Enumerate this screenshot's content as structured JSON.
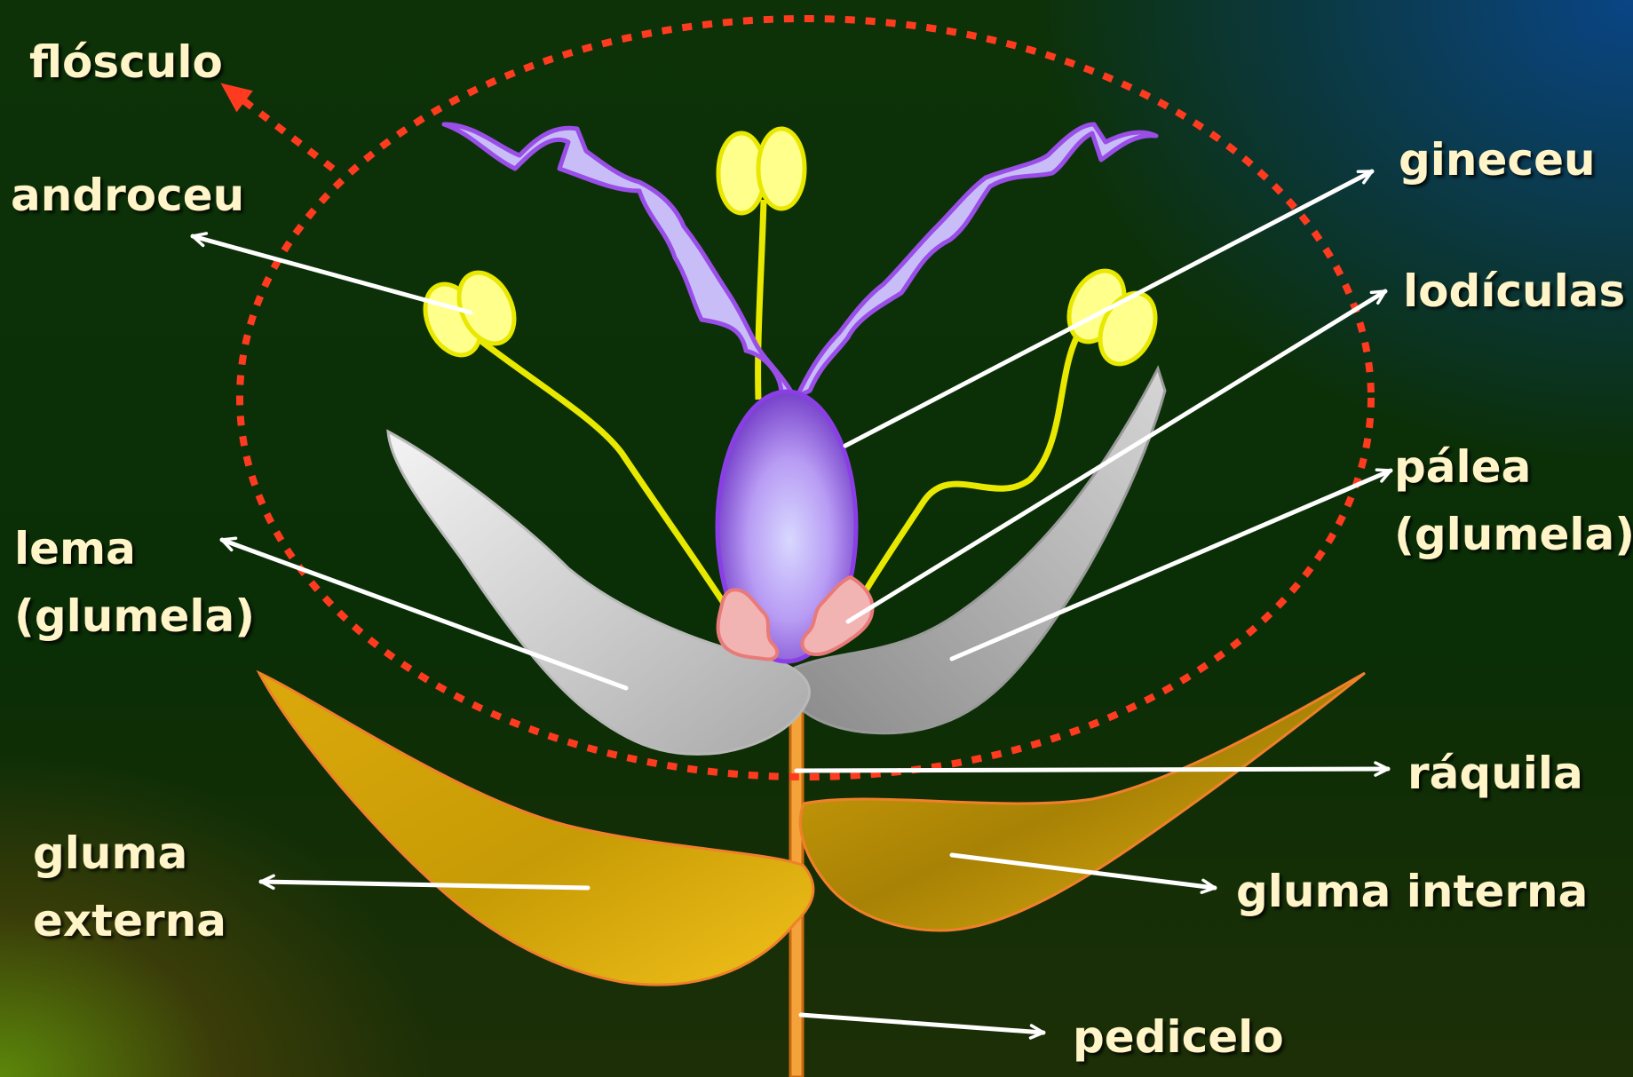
{
  "labels": {
    "flosculo": "flósculo",
    "androceu": "androceu",
    "lema": "lema\n(glumela)",
    "gluma_externa": "gluma\nexterna",
    "gineceu": "gineceu",
    "lodiculas": "lodículas",
    "palea": "pálea\n(glumela)",
    "raquila": "ráquila",
    "gluma_interna": "gluma interna",
    "pedicelo": "pedicelo"
  },
  "colors": {
    "label_text": "#fff5c8",
    "leader_arrow": "#ffffff",
    "floret_outline": "#ff3b1f",
    "gluma_fill": "#e8b210",
    "glumela_fill": "#d0d0d0",
    "gineceu_fill": "#9b6be6",
    "stigma_fill": "#c9bdf7",
    "anther_fill": "#ffff8c",
    "filament": "#e8e800",
    "lodicula_fill": "#f2b3b3",
    "pedicelo": "#f3a33a"
  }
}
